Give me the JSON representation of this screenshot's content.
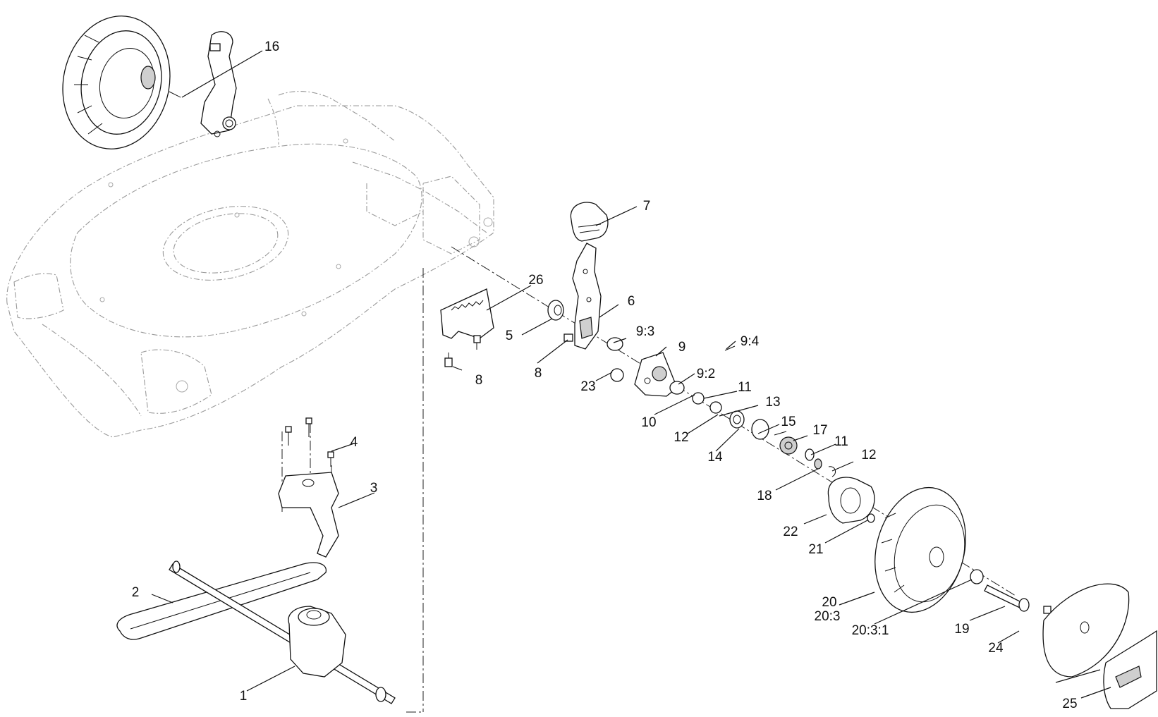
{
  "callouts": [
    {
      "id": "c16",
      "label": "16"
    },
    {
      "id": "c7",
      "label": "7"
    },
    {
      "id": "c26",
      "label": "26"
    },
    {
      "id": "c6",
      "label": "6"
    },
    {
      "id": "c5",
      "label": "5"
    },
    {
      "id": "c93",
      "label": "9:3"
    },
    {
      "id": "c9",
      "label": "9"
    },
    {
      "id": "c94",
      "label": "9:4"
    },
    {
      "id": "c8a",
      "label": "8"
    },
    {
      "id": "c8b",
      "label": "8"
    },
    {
      "id": "c23",
      "label": "23"
    },
    {
      "id": "c92",
      "label": "9:2"
    },
    {
      "id": "c11a",
      "label": "11"
    },
    {
      "id": "c13",
      "label": "13"
    },
    {
      "id": "c10",
      "label": "10"
    },
    {
      "id": "c15",
      "label": "15"
    },
    {
      "id": "c17",
      "label": "17"
    },
    {
      "id": "c12a",
      "label": "12"
    },
    {
      "id": "c11b",
      "label": "11"
    },
    {
      "id": "c14",
      "label": "14"
    },
    {
      "id": "c12b",
      "label": "12"
    },
    {
      "id": "c4",
      "label": "4"
    },
    {
      "id": "c3",
      "label": "3"
    },
    {
      "id": "c18",
      "label": "18"
    },
    {
      "id": "c22",
      "label": "22"
    },
    {
      "id": "c21",
      "label": "21"
    },
    {
      "id": "c2",
      "label": "2"
    },
    {
      "id": "c20",
      "label": "20"
    },
    {
      "id": "c203",
      "label": "20:3"
    },
    {
      "id": "c2031",
      "label": "20:3:1"
    },
    {
      "id": "c19",
      "label": "19"
    },
    {
      "id": "c24",
      "label": "24"
    },
    {
      "id": "c1",
      "label": "1"
    },
    {
      "id": "c25",
      "label": "25"
    }
  ]
}
